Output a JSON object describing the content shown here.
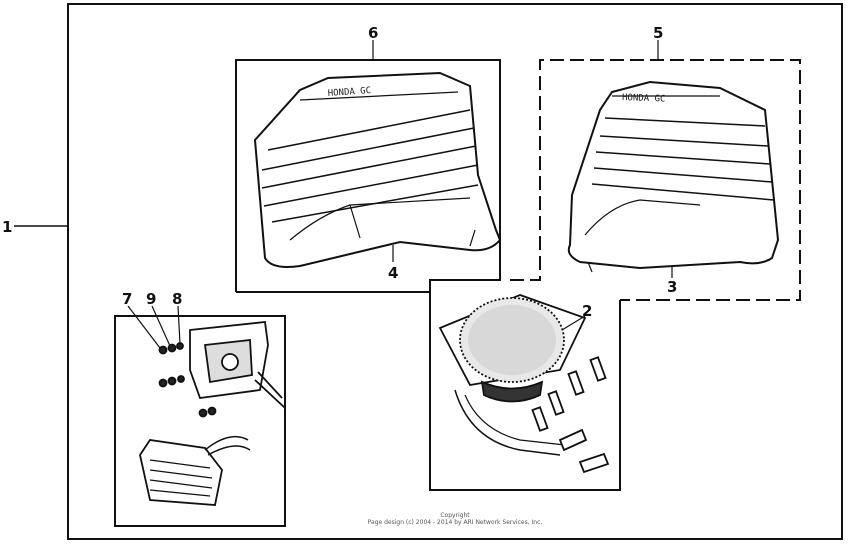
{
  "callouts": {
    "c1": "1",
    "c2": "2",
    "c3": "3",
    "c4": "4",
    "c5": "5",
    "c6": "6",
    "c7": "7",
    "c8": "8",
    "c9": "9"
  },
  "logo": {
    "left_cover": "HONDA GC",
    "right_cover": "HONDA GC"
  },
  "copyright": {
    "line1": "Copyright",
    "line2": "Page design (c) 2004 - 2014 by ARI Network Services, Inc."
  }
}
